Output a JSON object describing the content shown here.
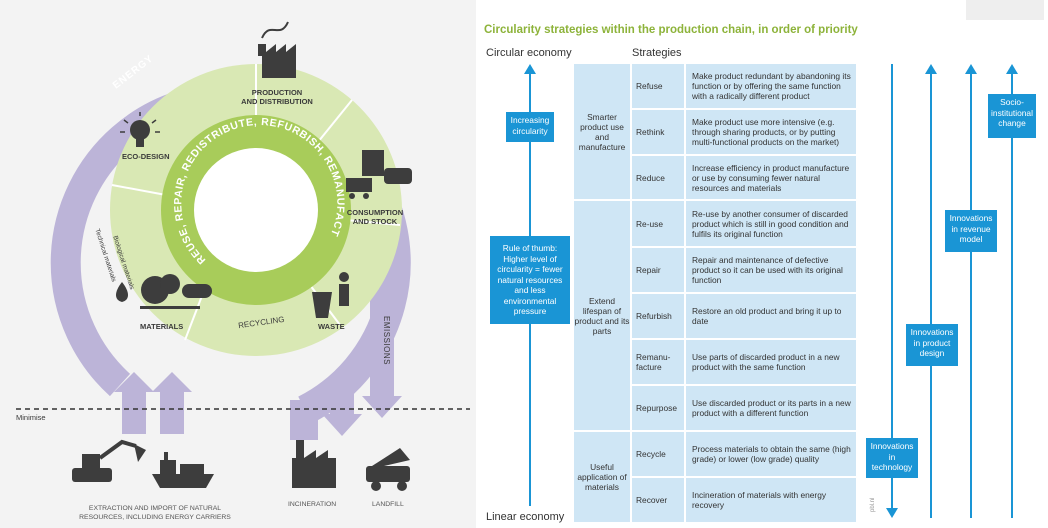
{
  "left": {
    "energy": "ENERGY",
    "production": [
      "PRODUCTION",
      "AND DISTRIBUTION"
    ],
    "eco_design": "ECO-DESIGN",
    "consumption": [
      "CONSUMPTION",
      "AND STOCK"
    ],
    "waste": "WASTE",
    "recycling": "RECYCLING",
    "materials": "MATERIALS",
    "biological": "Biological materials",
    "technical": "Technical materials",
    "inner_ring": "REUSE, REPAIR, REDISTRIBUTE, REFURBISH, REMANUFACTURE",
    "emissions": "EMISSIONS",
    "minimise": "Minimise",
    "extraction": [
      "EXTRACTION AND IMPORT OF NATURAL",
      "RESOURCES, INCLUDING ENERGY CARRIERS"
    ],
    "incineration": "INCINERATION",
    "landfill": "LANDFILL"
  },
  "right": {
    "title": "Circularity strategies within the production chain, in order of priority",
    "circular_economy": "Circular economy",
    "strategies_header": "Strategies",
    "linear_economy": "Linear economy",
    "increasing": "Increasing circularity",
    "rule_of_thumb": "Rule of thumb: Higher level of circularity = fewer natural resources and less environmental pressure",
    "groups": [
      {
        "label": "Smarter product use and manufacture"
      },
      {
        "label": "Extend lifespan of product and its parts"
      },
      {
        "label": "Useful application of materials"
      }
    ],
    "rows": [
      {
        "strategy": "Refuse",
        "desc": "Make product redundant by abandoning its function or by offering the same function with a radically different product"
      },
      {
        "strategy": "Rethink",
        "desc": "Make product use more intensive (e.g. through sharing products, or by putting multi-functional products on the market)"
      },
      {
        "strategy": "Reduce",
        "desc": "Increase efficiency in product manufacture  or use by consuming fewer natural resources and materials"
      },
      {
        "strategy": "Re-use",
        "desc": "Re-use by another consumer of discarded product which is still in good condition and fulfils its original function"
      },
      {
        "strategy": "Repair",
        "desc": "Repair and maintenance of defective product so it can be used with its original function"
      },
      {
        "strategy": "Refurbish",
        "desc": "Restore an old product and bring it up to date"
      },
      {
        "strategy": "Remanu-facture",
        "desc": "Use parts of discarded product in a new product with the same function"
      },
      {
        "strategy": "Repurpose",
        "desc": "Use discarded product or its parts in a new product with a different function"
      },
      {
        "strategy": "Recycle",
        "desc": "Process materials to obtain the same (high grade) or lower (low grade) quality"
      },
      {
        "strategy": "Recover",
        "desc": "Incineration of materials with energy recovery"
      }
    ],
    "innovations": [
      {
        "label": "Innovations in technology"
      },
      {
        "label": "Innovations in product design"
      },
      {
        "label": "Innovations in revenue model"
      },
      {
        "label": "Socio-institutional change"
      }
    ],
    "credit": "pbl.nl"
  }
}
